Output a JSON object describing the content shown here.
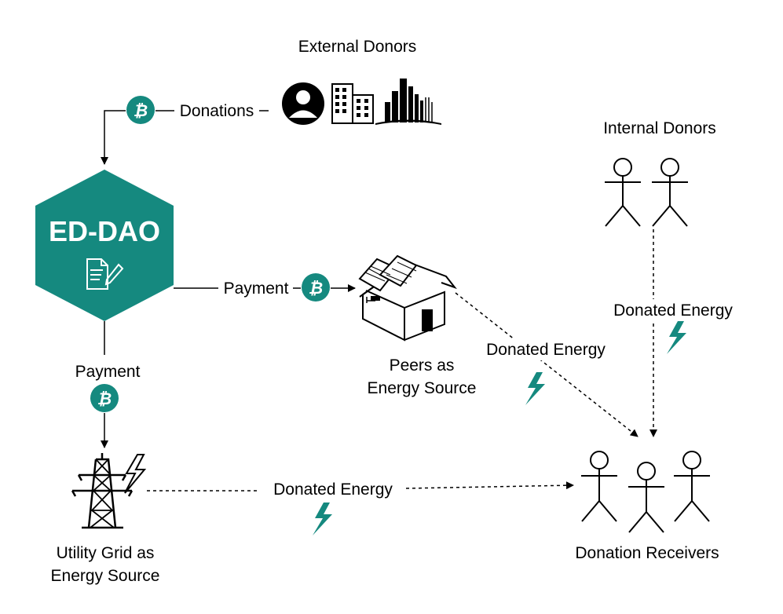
{
  "colors": {
    "accent": "#15897f",
    "line": "#000000",
    "background": "#ffffff"
  },
  "dao": {
    "title": "ED-DAO",
    "icon": "contract-document-icon"
  },
  "external_donors": {
    "label": "External Donors",
    "icons": [
      "person-icon",
      "office-building-icon",
      "city-skyline-icon"
    ]
  },
  "internal_donors": {
    "label": "Internal Donors"
  },
  "peers": {
    "label_line1": "Peers as",
    "label_line2": "Energy Source",
    "icon": "solar-house-icon"
  },
  "grid": {
    "label_line1": "Utility Grid as",
    "label_line2": "Energy Source",
    "icon": "power-tower-icon"
  },
  "receivers": {
    "label": "Donation Receivers"
  },
  "edges": {
    "donations": "Donations",
    "payment_peers": "Payment",
    "payment_grid": "Payment",
    "donated_energy_peers": "Donated Energy",
    "donated_energy_internal": "Donated Energy",
    "donated_energy_grid": "Donated Energy"
  },
  "currency_symbol": "₿"
}
